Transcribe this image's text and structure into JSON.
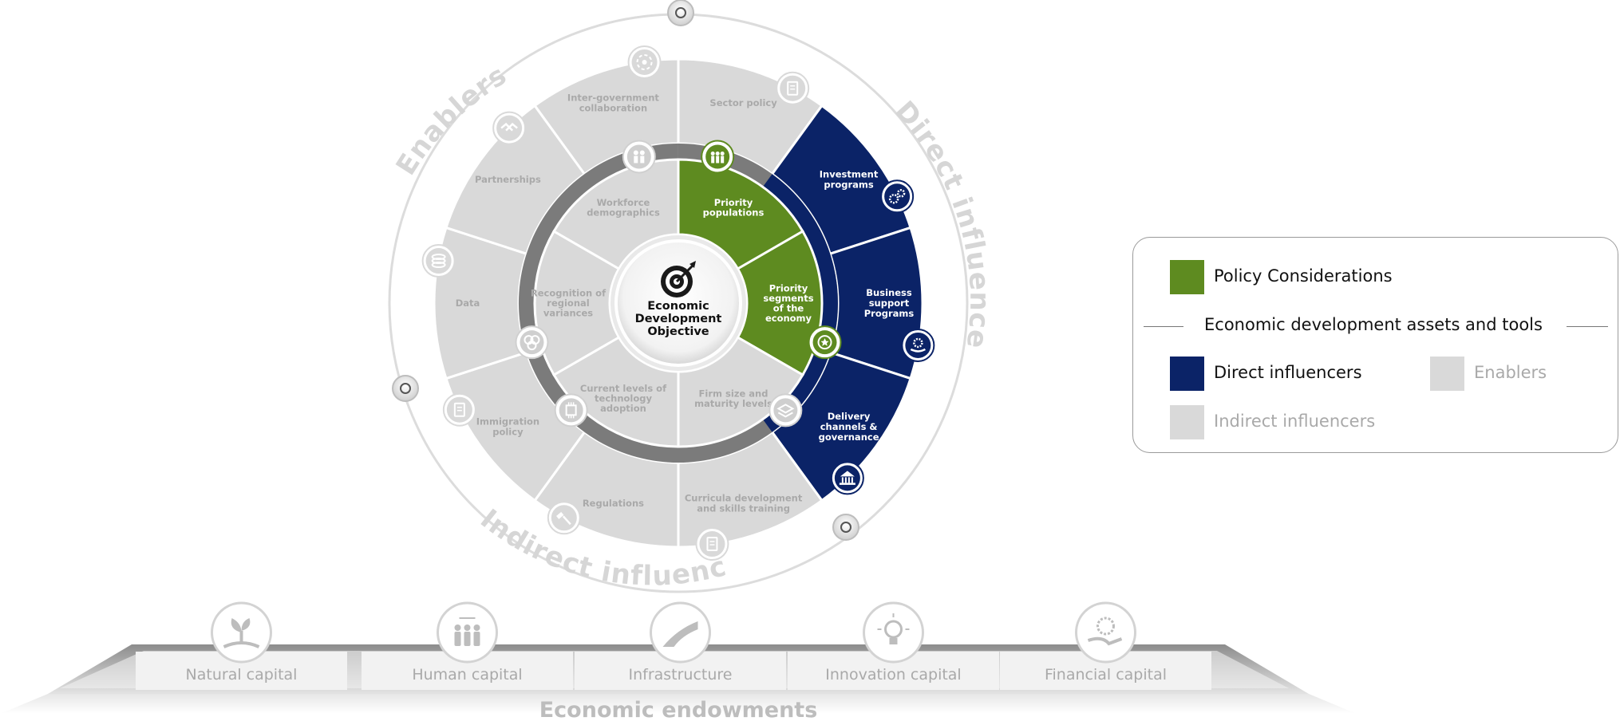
{
  "center": {
    "lines": [
      "Economic",
      "Development",
      "Objective"
    ]
  },
  "ring_labels": {
    "enablers": "Enablers",
    "direct": "Direct influencers",
    "indirect": "Indirect influencers"
  },
  "outer_segments": [
    {
      "lines": [
        "Sector policy"
      ],
      "group": "indirect",
      "icon": "document-icon"
    },
    {
      "lines": [
        "Investment",
        "programs"
      ],
      "group": "direct",
      "icon": "gears-icon"
    },
    {
      "lines": [
        "Business",
        "support",
        "Programs"
      ],
      "group": "direct",
      "icon": "hand-gear-icon"
    },
    {
      "lines": [
        "Delivery",
        "channels &",
        "governance"
      ],
      "group": "direct",
      "icon": "government-building-icon"
    },
    {
      "lines": [
        "Curricula development",
        "and skills training"
      ],
      "group": "indirect",
      "icon": "certificate-icon"
    },
    {
      "lines": [
        "Regulations"
      ],
      "group": "indirect",
      "icon": "gavel-icon"
    },
    {
      "lines": [
        "Immigration",
        "policy"
      ],
      "group": "indirect",
      "icon": "passport-icon"
    },
    {
      "lines": [
        "Data"
      ],
      "group": "enabler",
      "icon": "database-icon"
    },
    {
      "lines": [
        "Partnerships"
      ],
      "group": "enabler",
      "icon": "handshake-icon"
    },
    {
      "lines": [
        "Inter-government",
        "collaboration"
      ],
      "group": "enabler",
      "icon": "collaboration-icon"
    }
  ],
  "inner_segments": [
    {
      "lines": [
        "Priority",
        "populations"
      ],
      "group": "policy",
      "icon": "people-icon"
    },
    {
      "lines": [
        "Priority",
        "segments",
        "of the",
        "economy"
      ],
      "group": "policy",
      "icon": "star-badge-icon"
    },
    {
      "lines": [
        "Firm size and",
        "maturity levels"
      ],
      "group": "indirect",
      "icon": "layers-icon"
    },
    {
      "lines": [
        "Current levels of",
        "technology",
        "adoption"
      ],
      "group": "indirect",
      "icon": "chip-icon"
    },
    {
      "lines": [
        "Recognition of",
        "regional",
        "variances"
      ],
      "group": "indirect",
      "icon": "regions-icon"
    },
    {
      "lines": [
        "Workforce",
        "demographics"
      ],
      "group": "indirect",
      "icon": "workforce-icon"
    }
  ],
  "endowments": {
    "title": "Economic endowments",
    "items": [
      {
        "label": "Natural capital",
        "icon": "plant-icon"
      },
      {
        "label": "Human capital",
        "icon": "people-exchange-icon"
      },
      {
        "label": "Infrastructure",
        "icon": "road-icon"
      },
      {
        "label": "Innovation capital",
        "icon": "lightbulb-icon"
      },
      {
        "label": "Financial capital",
        "icon": "hand-money-icon"
      }
    ]
  },
  "legend": {
    "policy": "Policy Considerations",
    "heading": "Economic development assets and tools",
    "direct": "Direct influencers",
    "enablers": "Enablers",
    "indirect": "Indirect influencers"
  },
  "colors": {
    "policy": "#5e8b20",
    "direct": "#0b2367",
    "enabler": "#d9d9d9",
    "indirect": "#d9d9d9",
    "label_grey": "#a9a9a9",
    "ring_grey": "#d6d6d6"
  }
}
